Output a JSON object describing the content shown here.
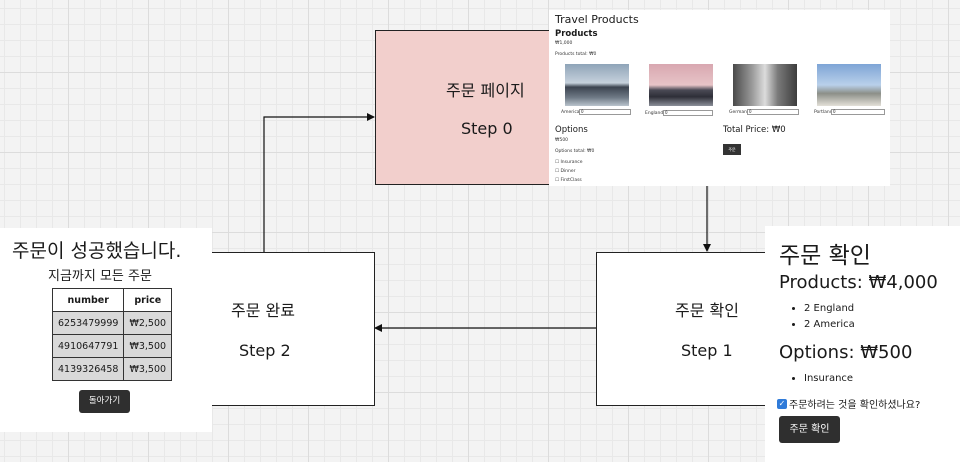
{
  "steps": {
    "step0": {
      "title": "주문 페이지",
      "label": "Step 0"
    },
    "step1": {
      "title": "주문 확인",
      "label": "Step 1"
    },
    "step2": {
      "title": "주문 완료",
      "label": "Step 2"
    }
  },
  "order_page": {
    "title": "Travel Products",
    "products_heading": "Products",
    "price_line": "₩1,000",
    "products_total": "Products total: ₩0",
    "products": [
      {
        "name": "America",
        "value": "0"
      },
      {
        "name": "England",
        "value": "0"
      },
      {
        "name": "Germany",
        "value": "0"
      },
      {
        "name": "Portland",
        "value": "0"
      }
    ],
    "options_heading": "Options",
    "options_price": "₩500",
    "options_total": "Options total: ₩0",
    "options": [
      "Insurance",
      "Dinner",
      "FirstClass"
    ],
    "total_price": "Total Price: ₩0",
    "order_button": "주문"
  },
  "confirm_page": {
    "title": "주문 확인",
    "products_line": "Products: ₩4,000",
    "products": [
      "2 England",
      "2 America"
    ],
    "options_line": "Options: ₩500",
    "options": [
      "Insurance"
    ],
    "checkbox_label": "주문하려는 것을 확인하셨나요?",
    "checkbox_checked": true,
    "button": "주문 확인"
  },
  "complete_page": {
    "title": "주문이 성공했습니다.",
    "subtitle": "지금까지 모든 주문",
    "table": {
      "headers": [
        "number",
        "price"
      ],
      "rows": [
        [
          "6253479999",
          "₩2,500"
        ],
        [
          "4910647791",
          "₩3,500"
        ],
        [
          "4139326458",
          "₩3,500"
        ]
      ]
    },
    "back_button": "돌아가기"
  },
  "colors": {
    "step0_fill": "#f2cfcc",
    "accent_check": "#2f7bd9"
  }
}
